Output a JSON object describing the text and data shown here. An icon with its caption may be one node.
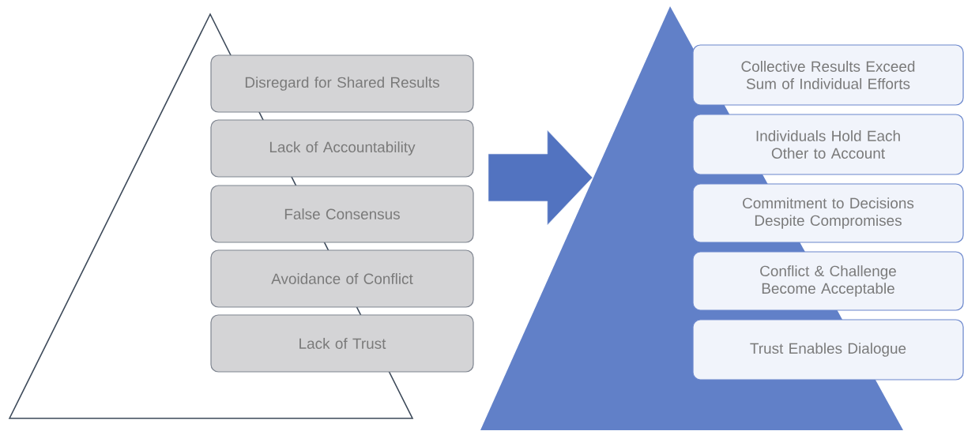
{
  "diagram": {
    "nodes": [
      {
        "text": [],
        "shape": "triangle"
      },
      {
        "text": [
          "Disregard for Shared Results"
        ]
      },
      {
        "text": [
          "Lack of Accountability"
        ]
      },
      {
        "text": [
          "False Consensus"
        ]
      },
      {
        "text": [
          "Avoidance of Conflict"
        ]
      },
      {
        "text": [
          "Lack of Trust"
        ]
      },
      {
        "text": [],
        "shape": "triangle"
      },
      {
        "text": [
          "Collective Results Exceed Sum of Individual Efforts"
        ]
      },
      {
        "text": [
          "Individuals Hold Each Other to Account"
        ]
      },
      {
        "text": [
          "Commitment to Decisions Despite Compromises"
        ]
      },
      {
        "text": [
          "Conflict & Challenge Become Acceptable"
        ]
      },
      {
        "text": [
          "Trust Enables Dialogue"
        ]
      }
    ],
    "edges": [
      {
        "from": null,
        "to": 6,
        "arrow": "to"
      }
    ]
  }
}
